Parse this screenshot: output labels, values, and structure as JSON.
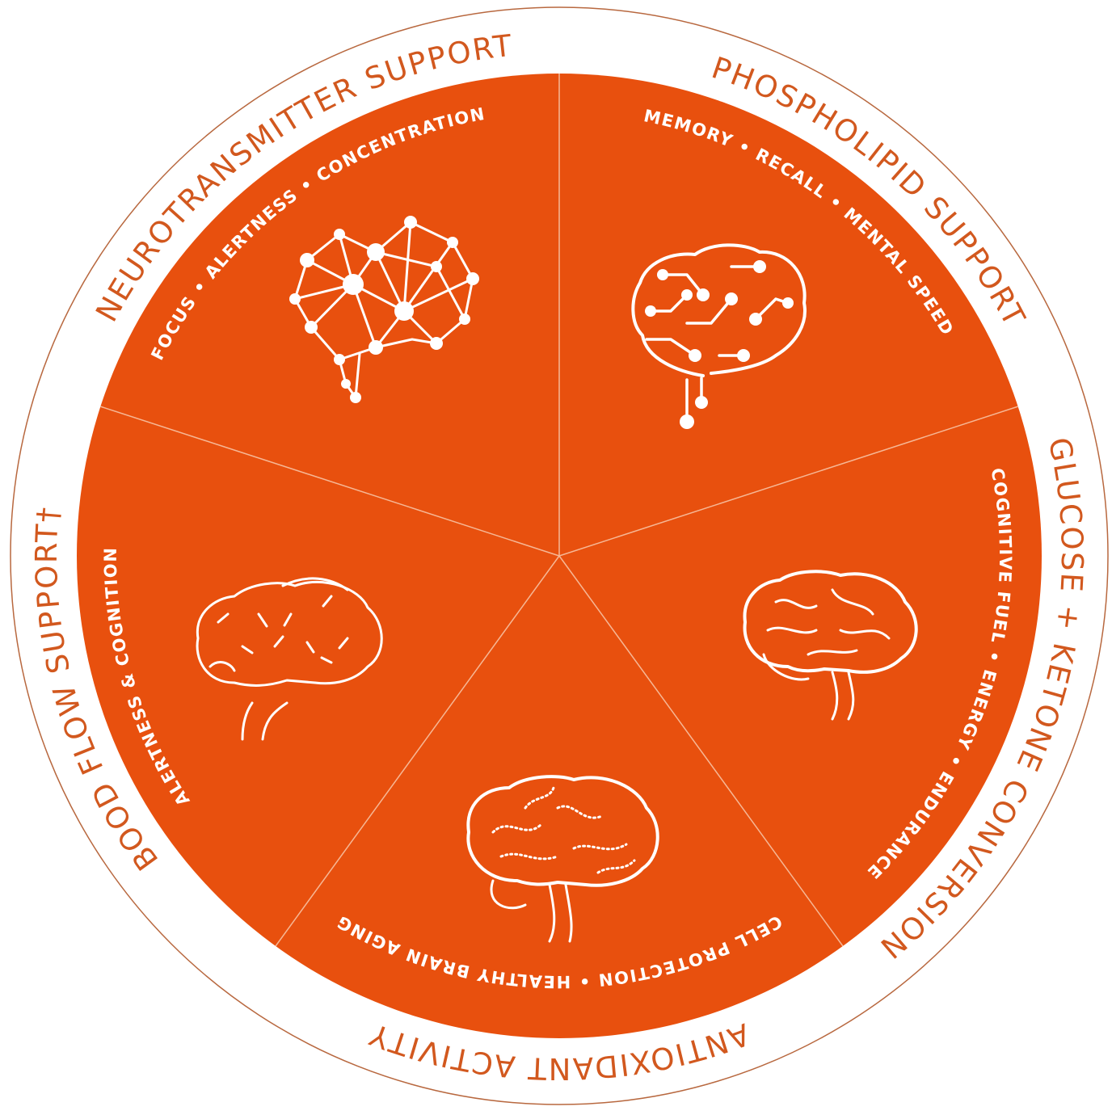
{
  "colors": {
    "wheel": "#E8500E",
    "outer_text": "#D2581E",
    "ring": "#B8683F",
    "icons": "#FFFFFF"
  },
  "sections": [
    {
      "title": "NEUROTRANSMITTER SUPPORT",
      "subtitle": "FOCUS • ALERTNESS • CONCENTRATION",
      "icon": "network-brain-icon"
    },
    {
      "title": "PHOSPHOLIPID SUPPORT",
      "subtitle": "MEMORY • RECALL • MENTAL SPEED",
      "icon": "circuit-brain-icon"
    },
    {
      "title": "GLUCOSE + KETONE CONVERSION",
      "subtitle": "COGNITIVE FUEL • ENERGY • ENDURANCE",
      "icon": "brain-outline-icon"
    },
    {
      "title": "ANTIOXIDANT ACTIVITY",
      "subtitle": "CELL PROTECTION • HEALTHY BRAIN AGING",
      "icon": "dotted-brain-icon"
    },
    {
      "title": "BOOD FLOW SUPPORT†",
      "subtitle": "ALERTNESS & COGNITION",
      "icon": "blood-flow-brain-icon"
    }
  ]
}
